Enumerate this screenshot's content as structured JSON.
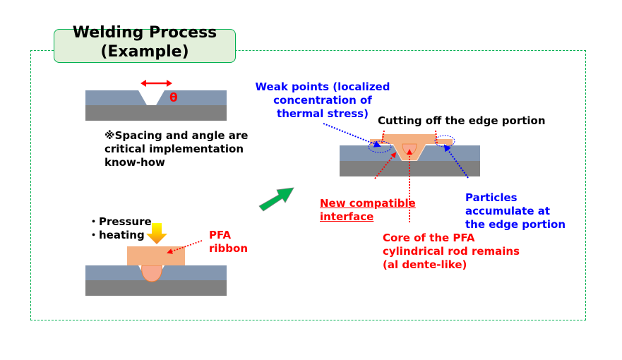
{
  "title": {
    "line1": "Welding Process",
    "line2": "(Example)"
  },
  "colors": {
    "frame_border": "#00b050",
    "title_fill": "#e2efda",
    "base_upper": "#8497b0",
    "base_lower": "#808080",
    "pfa_ribbon": "#f4b183",
    "pfa_core": "#f8a98e",
    "arrow_green": "#00b050",
    "annotation_red": "#ff0000",
    "annotation_blue": "#0000ff"
  },
  "groove_diagram": {
    "angle_symbol": "θ",
    "note_lines": [
      "※Spacing and angle are",
      "critical implementation",
      "know-how"
    ]
  },
  "pressing_diagram": {
    "process_lines": [
      "・Pressure",
      "・heating"
    ],
    "pfa_label_lines": [
      "PFA",
      "ribbon"
    ]
  },
  "result_diagram": {
    "weak_points_lines": [
      "Weak points (localized",
      "concentration of",
      "thermal stress)"
    ],
    "cutting_label": "Cutting off the edge portion",
    "interface_lines": [
      "New compatible",
      "interface"
    ],
    "particles_lines": [
      "Particles",
      "accumulate at",
      "the edge portion"
    ],
    "core_lines": [
      "Core of the PFA",
      "cylindrical rod remains",
      "(al dente-like)"
    ]
  }
}
